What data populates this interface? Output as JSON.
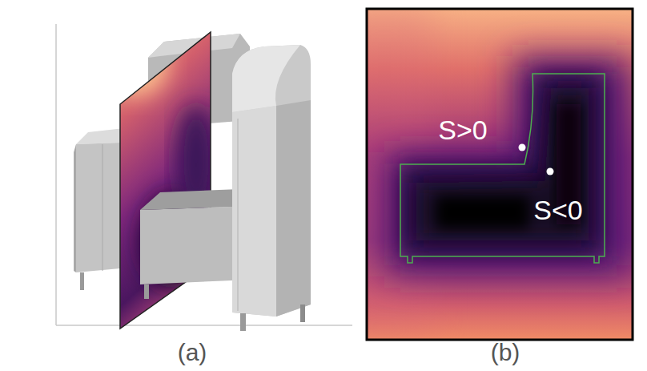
{
  "diagram": {
    "labels": [
      "S>0",
      "S<0",
      "(a)",
      "(b)"
    ]
  }
}
